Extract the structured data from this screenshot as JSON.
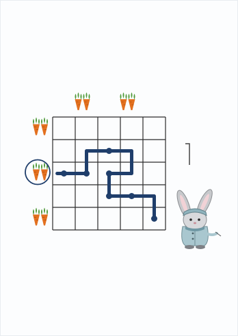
{
  "puzzle": {
    "grid_cols": 5,
    "grid_rows": 5,
    "path_cells": [
      [
        4,
        4
      ],
      [
        4,
        3
      ],
      [
        3,
        3
      ],
      [
        2,
        3
      ],
      [
        2,
        2
      ],
      [
        3,
        2
      ],
      [
        3,
        1
      ],
      [
        2,
        1
      ],
      [
        1,
        1
      ],
      [
        1,
        2
      ],
      [
        0,
        2
      ],
      [
        -0.3,
        2
      ]
    ],
    "dot_cells": [
      [
        4,
        4
      ],
      [
        3,
        3
      ],
      [
        2,
        3
      ],
      [
        2,
        2
      ],
      [
        2,
        1
      ],
      [
        1,
        2
      ],
      [
        0,
        2
      ]
    ],
    "carrots_top_cols": [
      1,
      3
    ],
    "carrots_left_rows": [
      0,
      2,
      4
    ],
    "circled_left_row": 2,
    "colors": {
      "grid_line": "#2b2b2b",
      "path": "#1f3e6b",
      "circle": "#1f3e6b",
      "carrot": "#e3701f",
      "leaf": "#4f9a3a"
    }
  },
  "character": {
    "icon": "rabbit-icon"
  }
}
